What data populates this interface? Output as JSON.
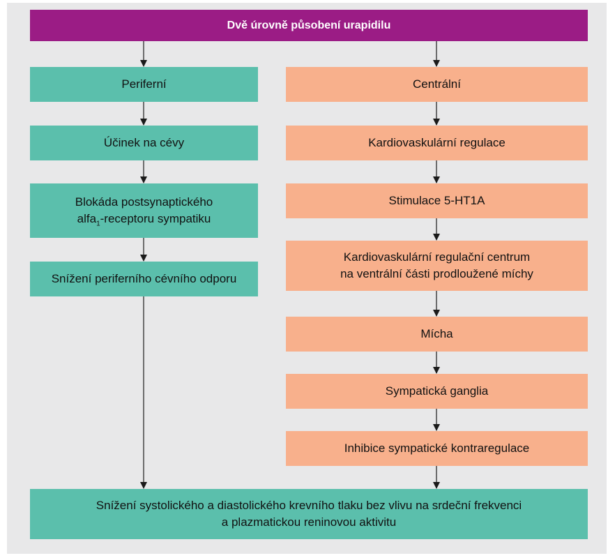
{
  "colors": {
    "header": "#9b1c85",
    "peripheral": "#5bbfac",
    "central": "#f8b08c",
    "background": "#e8e8e9",
    "arrow": "#1a1a1a"
  },
  "header": {
    "title": "Dvě úrovně působení urapidilu"
  },
  "left": {
    "box1": "Periferní",
    "box2": "Účinek na cévy",
    "box3_line1": "Blokáda postsynaptického",
    "box3_line2_pre": "alfa",
    "box3_line2_sub": "1",
    "box3_line2_post": "-receptoru sympatiku",
    "box4": "Snížení periferního cévního odporu"
  },
  "right": {
    "box1": "Centrální",
    "box2": "Kardiovaskulární regulace",
    "box3": "Stimulace 5-HT1A",
    "box4_line1": "Kardiovaskulární regulační centrum",
    "box4_line2": "na ventrální části prodloužené míchy",
    "box5": "Mícha",
    "box6": "Sympatická ganglia",
    "box7": "Inhibice sympatické kontraregulace"
  },
  "result": {
    "line1": "Snížení systolického a diastolického krevního tlaku bez vlivu na srdeční frekvenci",
    "line2": "a plazmatickou reninovou aktivitu"
  }
}
